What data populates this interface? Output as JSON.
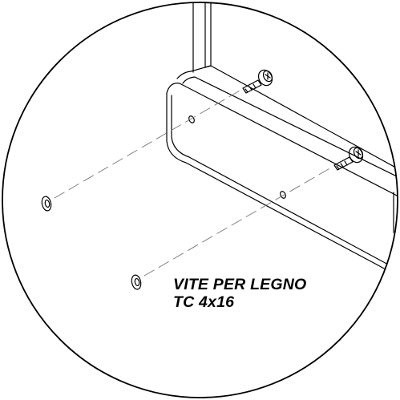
{
  "label": {
    "line1": "VITE PER LEGNO",
    "line2": "TC 4x16"
  },
  "colors": {
    "ink": "#000000",
    "background": "#ffffff",
    "guide": "#777777"
  },
  "parts": {
    "screws": 2,
    "holes": 2,
    "washers": 2
  }
}
